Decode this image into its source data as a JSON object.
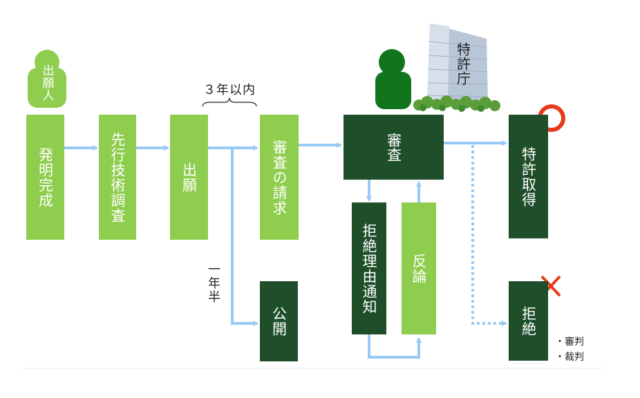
{
  "applicant_label": "出願人",
  "patent_office_label": "特許庁",
  "three_years_label": "３年以内",
  "one_half_years_label": "一年半",
  "steps": {
    "invention": "発明完成",
    "prior_search": "先行技術調査",
    "filing": "出願",
    "exam_request": "審査の請求",
    "publication": "公開",
    "examination": "審査",
    "rejection_notice": "拒絶理由通知",
    "rebuttal": "反論",
    "grant": "特許取得",
    "rejection": "拒絶"
  },
  "rejection_notes": [
    "・審判",
    "・裁判"
  ],
  "colors": {
    "light_green": "#8fcd4e",
    "dark_green": "#1e4f2a",
    "arrow_blue": "#99c9f5",
    "mark_red": "#e83a1a"
  }
}
